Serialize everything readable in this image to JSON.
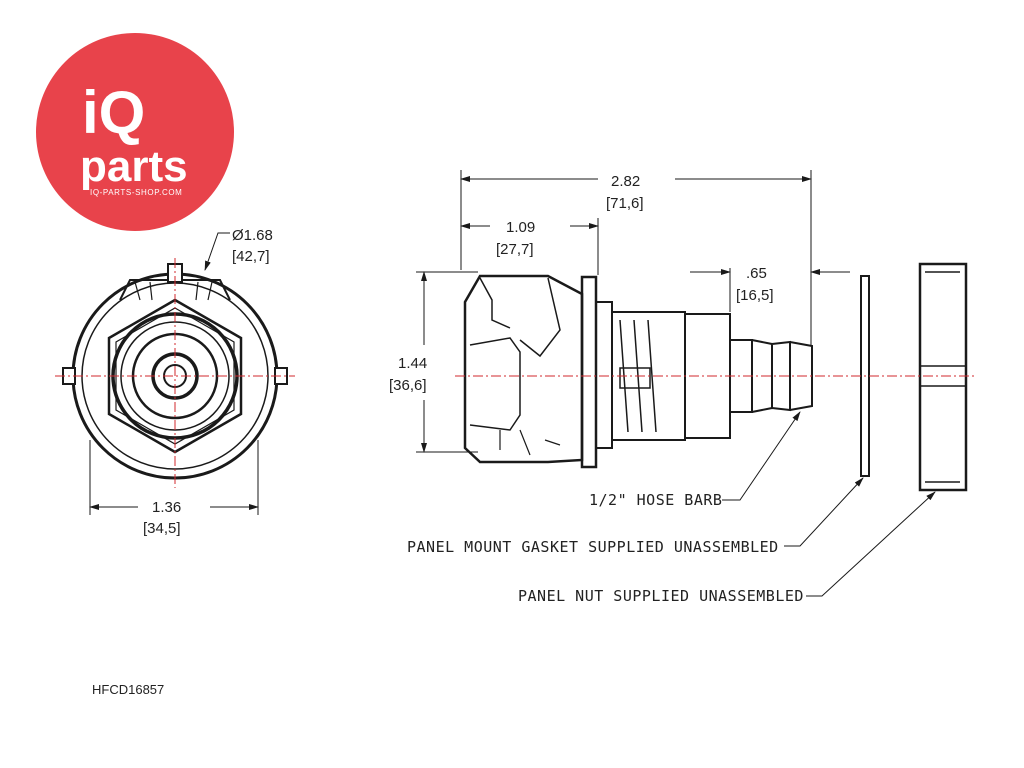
{
  "logo": {
    "brand_top": "iQ",
    "brand_bottom": "parts",
    "url": "IQ-PARTS-SHOP.COM",
    "color": "#e8434b"
  },
  "part_number": "HFCD16857",
  "front_view": {
    "diameter_in": "Ø1.68",
    "diameter_mm": "[42,7]",
    "width_in": "1.36",
    "width_mm": "[34,5]"
  },
  "side_view": {
    "overall_length_in": "2.82",
    "overall_length_mm": "[71,6]",
    "body_length_in": "1.09",
    "body_length_mm": "[27,7]",
    "barb_length_in": ".65",
    "barb_length_mm": "[16,5]",
    "height_in": "1.44",
    "height_mm": "[36,6]"
  },
  "callouts": {
    "hose_barb": "1/2\" HOSE BARB",
    "gasket": "PANEL MOUNT GASKET SUPPLIED UNASSEMBLED",
    "nut": "PANEL NUT SUPPLIED UNASSEMBLED"
  },
  "colors": {
    "centerline": "#d0282e",
    "linework": "#1a1a1a"
  }
}
